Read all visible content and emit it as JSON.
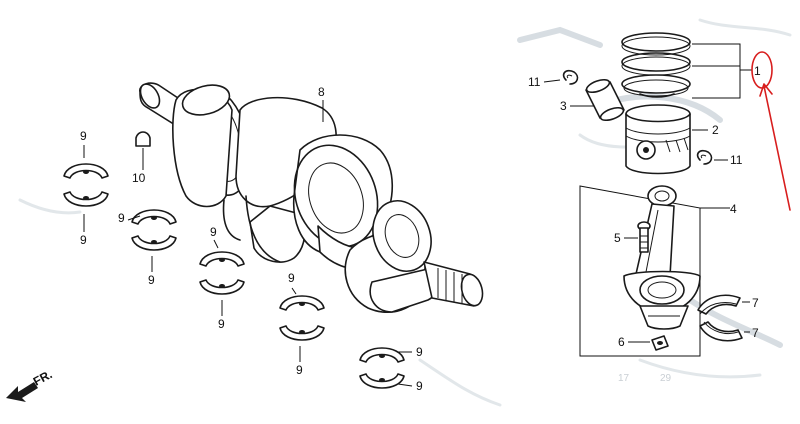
{
  "labels": {
    "part1": "1",
    "part2": "2",
    "part3": "3",
    "part4": "4",
    "part5": "5",
    "part6": "6",
    "part7a": "7",
    "part7b": "7",
    "part8": "8",
    "part9": [
      "9",
      "9",
      "9",
      "9",
      "9",
      "9",
      "9",
      "9",
      "9",
      "9"
    ],
    "part10": "10",
    "part11a": "11",
    "part11b": "11",
    "front": "FR."
  },
  "ghost_text": [
    "17",
    "29"
  ],
  "colors": {
    "line": "#1a1a1a",
    "annotation": "#d81e1e",
    "ghost": "#d7dde2"
  }
}
